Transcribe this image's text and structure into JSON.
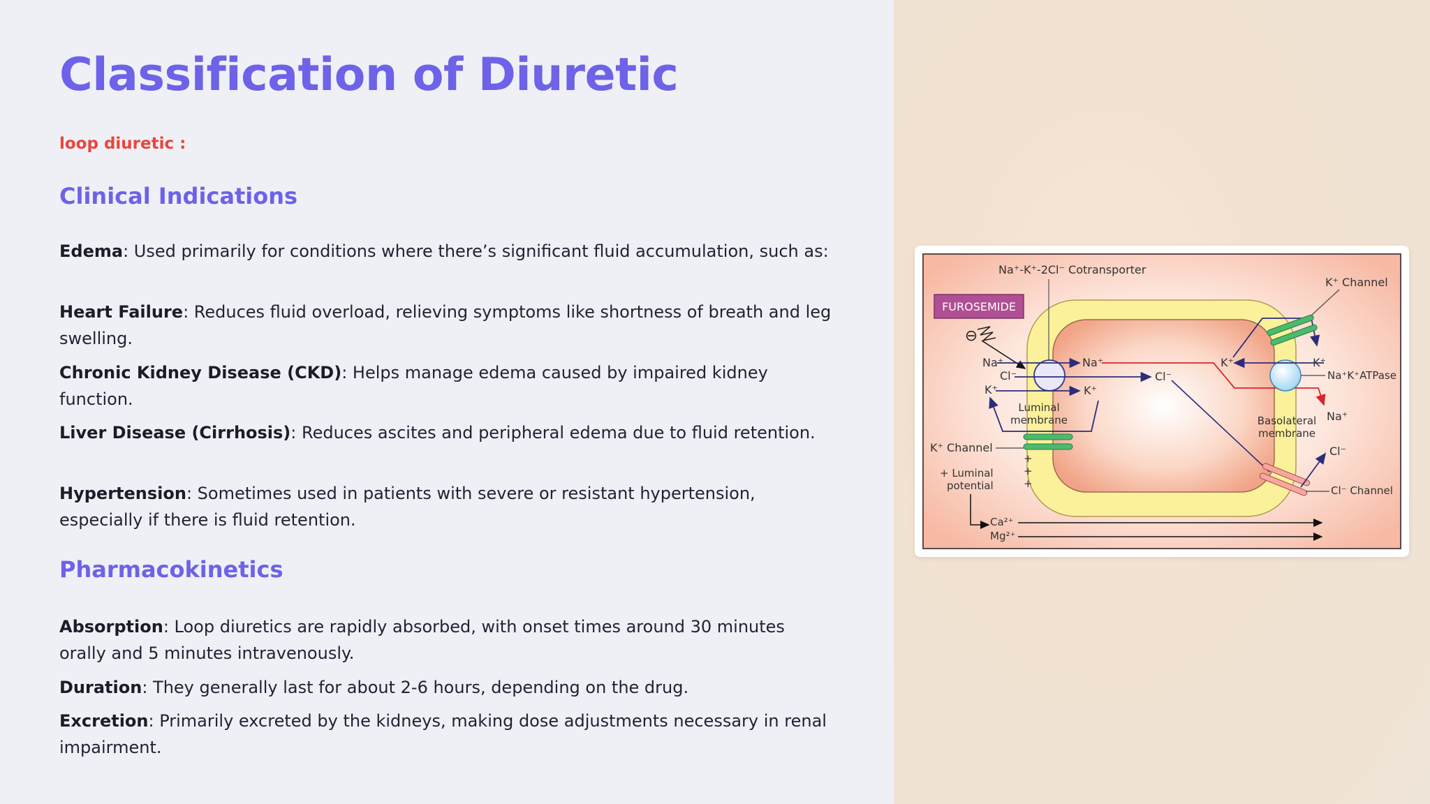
{
  "title": "Classification of Diuretic",
  "subtitle": "loop diuretic :",
  "sections": {
    "clinical": {
      "heading": "Clinical Indications",
      "items": [
        {
          "term": "Edema",
          "text": ": Used primarily for conditions where there’s significant fluid accumulation, such as:"
        },
        {
          "term": "Heart Failure",
          "text": ": Reduces fluid overload, relieving symptoms like shortness of breath and leg swelling."
        },
        {
          "term": "Chronic Kidney Disease (CKD)",
          "text": ": Helps manage edema caused by impaired kidney function."
        },
        {
          "term": "Liver Disease (Cirrhosis)",
          "text": ": Reduces ascites and peripheral edema due to fluid retention."
        },
        {
          "term": "Hypertension",
          "text": ": Sometimes used in patients with severe or resistant hypertension, especially if there is fluid retention."
        }
      ]
    },
    "pk": {
      "heading": "Pharmacokinetics",
      "items": [
        {
          "term": "Absorption",
          "text": ": Loop diuretics are rapidly absorbed, with onset times around 30 minutes orally and 5 minutes intravenously."
        },
        {
          "term": "Duration",
          "text": ": They generally last for about 2-6 hours, depending on the drug."
        },
        {
          "term": "Excretion",
          "text": ": Primarily excreted by the kidneys, making dose adjustments necessary in renal impairment."
        }
      ]
    }
  },
  "diagram": {
    "drug_label": "FUROSEMIDE",
    "cotransporter": "Na⁺-K⁺-2Cl⁻ Cotransporter",
    "k_channel_top": "K⁺ Channel",
    "na_l": "Na⁺",
    "cl_l": "Cl⁻",
    "k_l": "K⁺",
    "na_m": "Na⁺",
    "k_m": "K⁺",
    "cl_m": "Cl⁻",
    "k_r1": "K⁺",
    "k_r2": "K⁺",
    "atpase": "Na⁺K⁺ATPase",
    "na_r": "Na⁺",
    "cl_r": "Cl⁻",
    "luminal_membrane_1": "Luminal",
    "luminal_membrane_2": "membrane",
    "basolateral_membrane_1": "Basolateral",
    "basolateral_membrane_2": "membrane",
    "k_channel_left": "K⁺ Channel",
    "luminal_potential_1": "+ Luminal",
    "luminal_potential_2": "potential",
    "cl_channel": "Cl⁻ Channel",
    "ca": "Ca²⁺",
    "mg": "Mg²⁺",
    "inhibit_symbol": "⊖",
    "plus": "+"
  }
}
